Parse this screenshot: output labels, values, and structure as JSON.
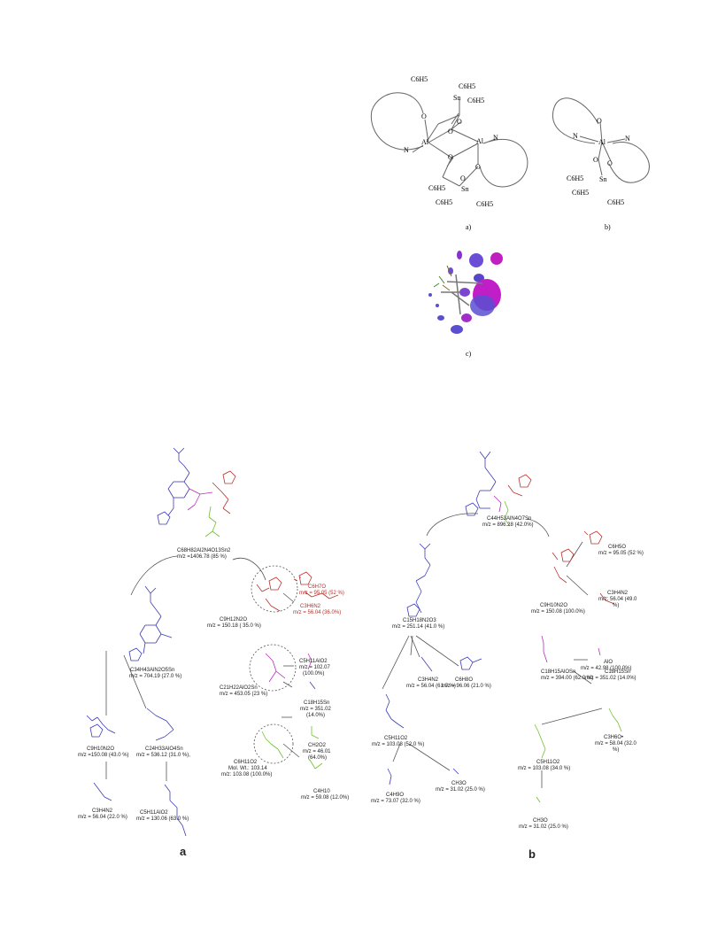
{
  "top_figure": {
    "sub_labels": [
      "a)",
      "b)",
      "c)"
    ],
    "structure_a": {
      "phenyl_labels": [
        "C6H5",
        "C6H5",
        "C6H5",
        "C6H5",
        "C6H5",
        "C6H5"
      ],
      "atoms": [
        "Sn",
        "Sn",
        "Al",
        "Al",
        "N",
        "N",
        "O",
        "O",
        "O",
        "O",
        "O",
        "O"
      ]
    },
    "structure_b": {
      "phenyl_labels": [
        "C6H5",
        "C6H5",
        "C6H5"
      ],
      "atoms": [
        "Sn",
        "Al",
        "N",
        "N",
        "O",
        "O",
        "O"
      ]
    }
  },
  "scheme_a": {
    "caption": "a",
    "parent": {
      "formula": "C68H82Al2N4O13Sn2",
      "mz": "m/z =1406.78 (85 %)"
    },
    "items": [
      {
        "id": "c6h7o",
        "formula": "C6H7O",
        "mz": "m/z = 95.05 (52 %)"
      },
      {
        "id": "c3h6n2",
        "formula": "C3H6N2",
        "mz": "m/z = 56.04 (36.0%)"
      },
      {
        "id": "c9h12n2o",
        "formula": "C9H12N2O",
        "mz": "m/z = 150.18 ( 35.0 %)"
      },
      {
        "id": "c34h43",
        "formula": "C34H43AlN2O5Sn",
        "mz": "m/z = 704.19 (27.0 %)"
      },
      {
        "id": "c5h11alo2",
        "formula": "C5H11AlO2",
        "mz": "m/z = 102.07",
        "pct": "(100.0%)"
      },
      {
        "id": "c21h22",
        "formula": "C21H22AlO2Sn",
        "mz": "m/z = 453.05 (23 %)"
      },
      {
        "id": "c18h15sn",
        "formula": "C18H15Sn",
        "mz": "m/z = 351.02",
        "pct": "(14.0%)"
      },
      {
        "id": "c9h10n2o",
        "formula": "C9H10N2O",
        "mz": "m/z =150.08 (43.0 %)"
      },
      {
        "id": "c24h33",
        "formula": "C24H33AlO4Sn",
        "mz": "m/z = 536.12 (31.0 %),"
      },
      {
        "id": "c6h11o2",
        "formula": "C6H11O2",
        "mw": "Mol. Wt.: 103.14",
        "mz": "m/z: 103.08 (100.0%)"
      },
      {
        "id": "ch2o2",
        "formula": "CH2O2",
        "mz": "m/z = 46.01",
        "pct": "(64.0%)"
      },
      {
        "id": "c4h10",
        "formula": "C4H10",
        "mz": "m/z = 59.08 (12.0%)"
      },
      {
        "id": "c3h4n2",
        "formula": "C3H4N2",
        "mz": "m/z = 56.04 (22.0 %)"
      },
      {
        "id": "c5h11alo2b",
        "formula": "C5H11AlO2",
        "mz": "m/z = 130.06 (63.0 %)"
      }
    ]
  },
  "scheme_b": {
    "caption": "b",
    "parent": {
      "formula": "C44H53AlN4O7Sn",
      "mz": "m/z = 896.28 (42.0%)"
    },
    "items": [
      {
        "id": "c6h5o",
        "formula": "C6H5O",
        "mz": "m/z = 95.05 (52 %)"
      },
      {
        "id": "c3h4n2",
        "formula": "C3H4N2",
        "mz": "m/z: 56.04 (49.0",
        "pct": "%)"
      },
      {
        "id": "c9h10n2o",
        "formula": "C9H10N2O",
        "mz": "m/z = 150.08 (100.0%)"
      },
      {
        "id": "c15h18n2o3",
        "formula": "C15H18N2O3",
        "mz": "m/z = 251.14 (41.0 %)"
      },
      {
        "id": "alo",
        "formula": "AlO",
        "mz": "m/z = 42.98 (100.0%)"
      },
      {
        "id": "c18h15alosn",
        "formula": "C18H15AlOSn",
        "mz": "m/z = 394.00 (62.0 %)"
      },
      {
        "id": "c18h15sn",
        "formula": "C18H15Sn",
        "mz": "m/z = 351.02 (14.0%)"
      },
      {
        "id": "c3h4n2b",
        "formula": "C3H4N2",
        "mz": "m/z = 56.04 (61.0 %)"
      },
      {
        "id": "c6h8o",
        "formula": "C6H8O",
        "mz": "m/z = 96.06 (21.0 %)"
      },
      {
        "id": "c5h11o2",
        "formula": "C5H11O2",
        "mz": "m/z = 103.08 (52.0 %)"
      },
      {
        "id": "c4h9o",
        "formula": "C4H9O",
        "mz": "m/z = 73.07 (32.0 %)"
      },
      {
        "id": "ch3o",
        "formula": "CH3O",
        "mz": "m/z = 31.02 (25.0 %)"
      },
      {
        "id": "c3h6o",
        "formula": "C3H6O•",
        "mz": "m/z = 58.04 (32.0",
        "pct": "%)"
      },
      {
        "id": "c5h11o2b",
        "formula": "C5H11O2",
        "mz": "m/z = 103.08 (34.0 %)"
      },
      {
        "id": "ch3ob",
        "formula": "CH3O",
        "mz": "m/z = 31.02 (25.0 %)"
      }
    ]
  },
  "colors": {
    "blue": "#3b3bb5",
    "red": "#b5302a",
    "magenta": "#b52fb5",
    "green": "#6fbf2f",
    "orbital_purple": "#7a3fd0",
    "orbital_magenta": "#d21fd2"
  }
}
